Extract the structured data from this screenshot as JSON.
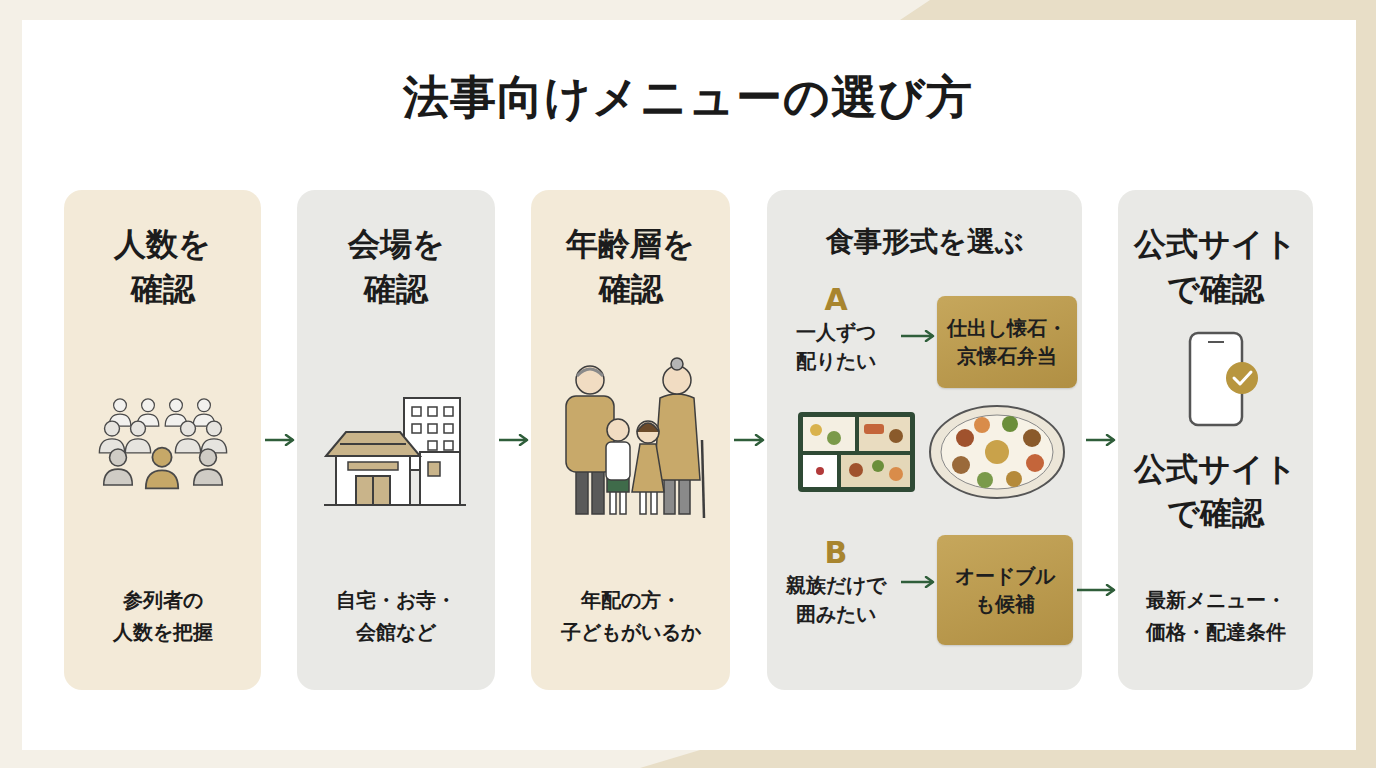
{
  "diagram": {
    "title": "法事向けメニューの選び方",
    "nodes": [
      {
        "text": [
          "人数を 確認",
          "参列者の 人数を把握"
        ]
      },
      {
        "text": [
          "会場を 確認",
          "自宅・お寺・ 会館など"
        ]
      },
      {
        "text": [
          "年齢層を 確認",
          "年配の方・ 子どもがいるか"
        ]
      },
      {
        "text": [
          "食事形式を選ぶ"
        ]
      },
      {
        "text": [
          "A",
          "一人ずつ 配りたい"
        ],
        "in": 3
      },
      {
        "text": [
          "仕出し懐石・ 京懐石弁当"
        ],
        "in": 3
      },
      {
        "text": [
          "B",
          "親族だけで 囲みたい"
        ],
        "in": 3
      },
      {
        "text": [
          "オードブル も候補"
        ],
        "in": 3
      },
      {
        "text": [
          "公式サイト で確認",
          "公式サイト で確認",
          "最新メニュー・ 価格・配達条件"
        ]
      }
    ],
    "edges": [
      {
        "from": 0,
        "to": 1,
        "arrow": "to"
      },
      {
        "from": 1,
        "to": 2,
        "arrow": "to"
      },
      {
        "from": 2,
        "to": 3,
        "arrow": "to"
      },
      {
        "from": 3,
        "to": 8,
        "arrow": "to"
      },
      {
        "from": 4,
        "to": 5,
        "arrow": "to"
      },
      {
        "from": 6,
        "to": 7,
        "arrow": "to"
      },
      {
        "from": 7,
        "to": 8,
        "arrow": "to"
      }
    ]
  }
}
